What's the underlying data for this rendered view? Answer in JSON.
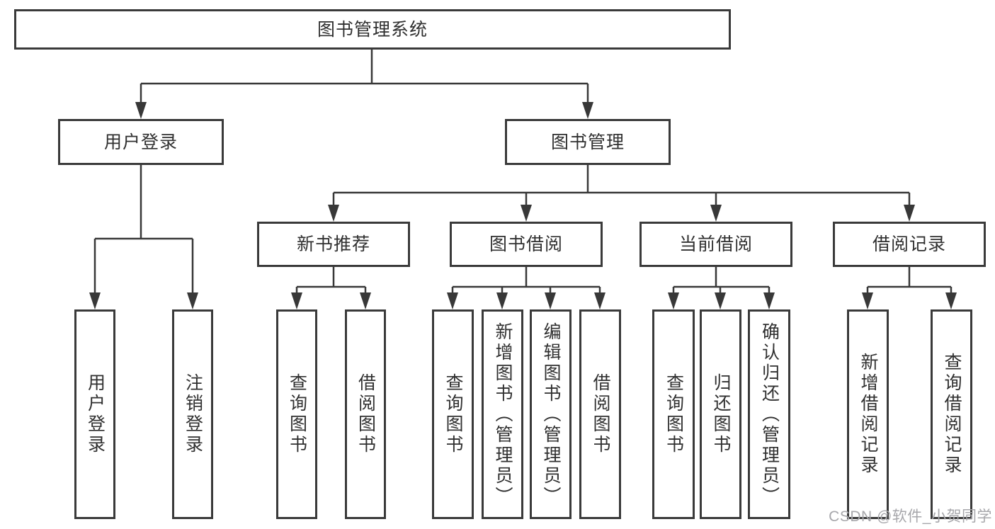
{
  "diagram": {
    "type": "hierarchy",
    "root": {
      "label": "图书管理系统"
    },
    "branches": [
      {
        "label": "用户登录",
        "leaves": [
          {
            "label": "用户登录"
          },
          {
            "label": "注销登录"
          }
        ]
      },
      {
        "label": "图书管理",
        "groups": [
          {
            "label": "新书推荐",
            "leaves": [
              {
                "label": "查询图书"
              },
              {
                "label": "借阅图书"
              }
            ]
          },
          {
            "label": "图书借阅",
            "leaves": [
              {
                "label": "查询图书"
              },
              {
                "label": "新增图书（管理员）"
              },
              {
                "label": "编辑图书（管理员）"
              },
              {
                "label": "借阅图书"
              }
            ]
          },
          {
            "label": "当前借阅",
            "leaves": [
              {
                "label": "查询图书"
              },
              {
                "label": "归还图书"
              },
              {
                "label": "确认归还（管理员）"
              }
            ]
          },
          {
            "label": "借阅记录",
            "leaves": [
              {
                "label": "新增借阅记录"
              },
              {
                "label": "查询借阅记录"
              }
            ]
          }
        ]
      }
    ]
  },
  "watermark": {
    "text": "CSDN @软件_小贺同学"
  },
  "colors": {
    "line": "#383838",
    "box_border": "#3a3a3a",
    "text": "#303030",
    "background": "#ffffff",
    "watermark": "#a7a7ab"
  }
}
